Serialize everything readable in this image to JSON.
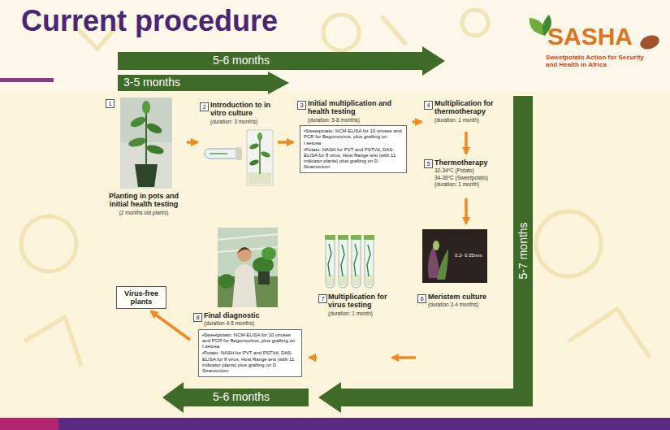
{
  "diagram": {
    "title": "Current procedure",
    "nodes": [
      {
        "text": [
          "1",
          "Planting in pots and initial health testing",
          "(2 months old plants)"
        ]
      },
      {
        "text": [
          "2",
          "Introduction to in vitro culture",
          "(duration: 3 months)"
        ]
      },
      {
        "text": [
          "3",
          "Initial multiplication and health testing",
          "(duration: 5-8 months)"
        ]
      },
      {
        "text": [
          "•Sweetpotato: NCM-ELISA for 10 viruses and PCR for Begomovirus, plus grafting on I.setosa",
          "•Potato: NASH for PVT and PSTVd; DAS-ELISA for 8 virus, Host Range test (with 11 indicator plants) plus grafting on D. Stramonium"
        ],
        "in": 2
      },
      {
        "text": [
          "4",
          "Multiplication for thermotherapy",
          "(duration: 1 month)"
        ]
      },
      {
        "text": [
          "5",
          "Thermotherapy",
          "32-34ºC (Potato)",
          "34-36ºC (Sweetpotato)",
          "(duration: 1 month)"
        ]
      },
      {
        "text": [
          "6",
          "Meristem culture",
          "(duration 2-4 months)"
        ]
      },
      {
        "text": [
          "7",
          "Multiplication for virus testing",
          "(duration: 1 month)"
        ]
      },
      {
        "text": [
          "8",
          "Final diagnostic",
          "(duration 4-5 months)"
        ]
      },
      {
        "text": [
          "•Sweetpotato: NCM-ELISA for 10 viruses and PCR for Begomovirus, plus grafting on I.setosa",
          "•Potato: NASH for PVT and PSTVd; DAS-ELISA for 8 virus, Host Range test (with 11 indicator plants) plus grafting on D. Stramonium"
        ],
        "in": 8
      },
      {
        "text": [
          "Virus-free plants"
        ]
      }
    ],
    "edges": [
      {
        "from": 0,
        "to": 1,
        "arrow": "to"
      },
      {
        "from": 1,
        "to": 2,
        "arrow": "to"
      },
      {
        "from": 2,
        "to": 4,
        "arrow": "to"
      },
      {
        "from": 4,
        "to": 5,
        "arrow": "to"
      },
      {
        "from": 5,
        "to": 6,
        "arrow": "to"
      },
      {
        "from": 6,
        "to": 7,
        "arrow": "to"
      },
      {
        "from": 7,
        "to": 8,
        "arrow": "to"
      },
      {
        "from": 8,
        "to": 10,
        "arrow": "to"
      }
    ],
    "labels": [
      "SASHA",
      "Sweetpotato Action for Security and Health in Africa",
      "5-6 months",
      "3-5 months",
      "5-7 months",
      "5-6 months",
      "0.2- 0.35mm"
    ]
  }
}
